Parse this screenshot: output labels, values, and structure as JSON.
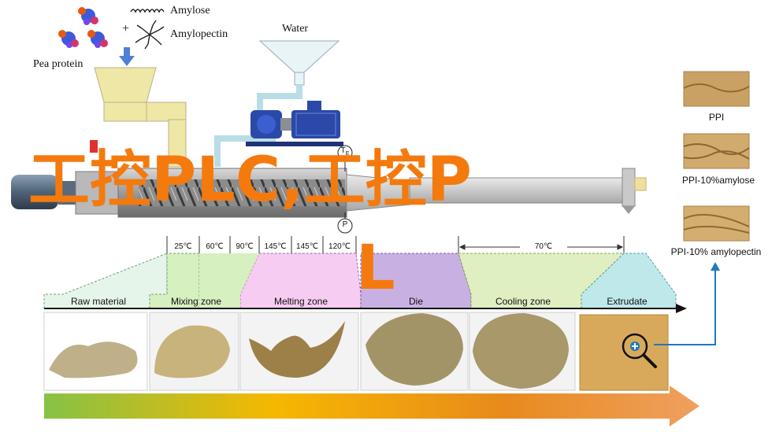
{
  "ingredients": {
    "pea_protein": "Pea protein",
    "amylose": "Amylose",
    "amylopectin": "Amylopectin",
    "plus": "+",
    "water": "Water"
  },
  "sensors": {
    "temperature": "T",
    "temperature_sub": "E",
    "pressure": "P"
  },
  "temperatures": {
    "t1": "25℃",
    "t2": "60℃",
    "t3": "90℃",
    "t4": "145℃",
    "t5": "145℃",
    "t6": "120℃",
    "t7": "70℃"
  },
  "zones": {
    "raw": "Raw material",
    "mixing": "Mixing zone",
    "melting": "Melting zone",
    "die": "Die",
    "cooling": "Cooling zone",
    "extrudate": "Extrudate"
  },
  "products": {
    "ppi": "PPI",
    "ppi_amylose": "PPI-10%amylose",
    "ppi_amylopectin": "PPI-10% amylopectin"
  },
  "watermark": {
    "line1": "工控PLC,工控P",
    "line2": "L"
  },
  "colors": {
    "raw": "#e6f5e9",
    "mixing": "#d6f0c0",
    "melting": "#f7ccf2",
    "die": "#c9b0e2",
    "cooling": "#dfefc2",
    "extrudate": "#bfe8ea",
    "watermark": "#f47a0e",
    "pointer": "#1f78c0"
  }
}
